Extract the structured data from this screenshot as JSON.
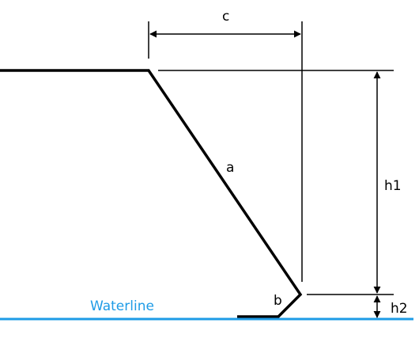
{
  "labels": {
    "c": "c",
    "a": "a",
    "b": "b",
    "h1": "h1",
    "h2": "h2",
    "waterline": "Waterline"
  },
  "colors": {
    "line": "#000000",
    "waterline": "#1e9be6"
  }
}
